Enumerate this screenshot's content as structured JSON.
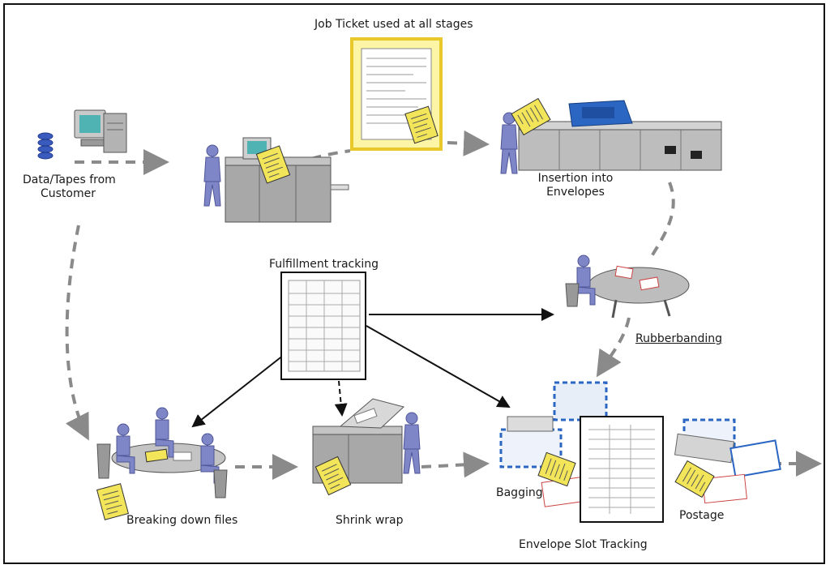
{
  "labels": {
    "job_ticket": "Job Ticket used at all stages",
    "data_tapes_line1": "Data/Tapes from",
    "data_tapes_line2": "Customer",
    "insertion_line1": "Insertion into",
    "insertion_line2": "Envelopes",
    "fulfillment_tracking": "Fulfillment tracking",
    "rubberbanding": "Rubberbanding",
    "breaking_down": "Breaking down files",
    "shrink_wrap": "Shrink wrap",
    "bagging": "Bagging",
    "postage": "Postage",
    "envelope_tracking": "Envelope Slot Tracking"
  },
  "colors": {
    "figure": "#7f86c8",
    "figure_dark": "#4f5698",
    "ticket": "#f2e55a",
    "machine": "#a8a8a8",
    "machine_dark": "#6c6c6c",
    "arrow_dashed": "#8a8a8a",
    "arrow_solid": "#111111",
    "highlight_blue": "#2a66c2"
  }
}
